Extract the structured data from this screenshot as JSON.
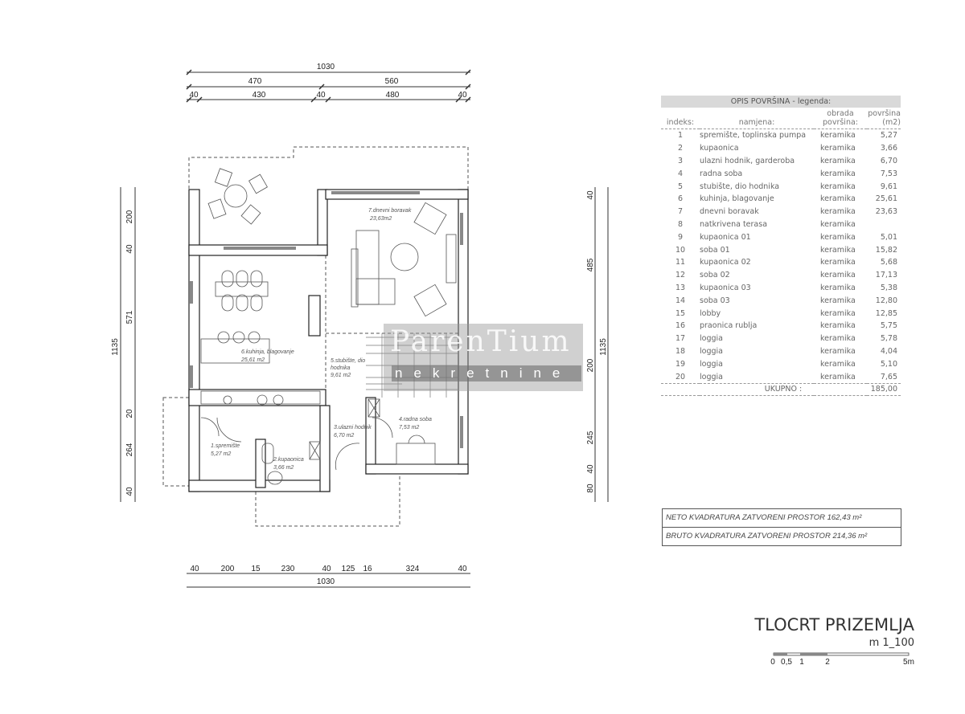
{
  "plan": {
    "dims_top": {
      "total": "1030",
      "a": "470",
      "b": "560",
      "c1": "40",
      "c2": "430",
      "c3": "40",
      "c4": "480",
      "c5": "40"
    },
    "dims_left": {
      "total": "1135",
      "a": "200",
      "b": "40",
      "c": "571",
      "d": "20",
      "e": "264",
      "f": "40"
    },
    "dims_right": {
      "total": "1135",
      "a": "40",
      "b": "485",
      "c": "200",
      "d": "245",
      "e": "40",
      "f": "80"
    },
    "dims_bottom": {
      "total": "1030",
      "a": "40",
      "b": "200",
      "c": "15",
      "d": "230",
      "e": "40",
      "f": "125",
      "g": "16",
      "h": "324",
      "i": "40"
    },
    "rooms": [
      {
        "name": "1.spremište",
        "area": "5,27 m2"
      },
      {
        "name": "2.kupaonica",
        "area": "3,66 m2"
      },
      {
        "name": "3.ulazni hodnik",
        "area": "6,70 m2"
      },
      {
        "name": "4.radna soba",
        "area": "7,53 m2"
      },
      {
        "name": "5.stubište, dio hodnika",
        "area": "9,61 m2"
      },
      {
        "name": "6.kuhinja, blagovanje",
        "area": "25,61 m2"
      },
      {
        "name": "7.dnevni boravak",
        "area": "23,63m2"
      }
    ]
  },
  "watermark": {
    "brand": "ParenTium",
    "sub": "nekretnine"
  },
  "legend": {
    "title": "OPIS POVRŠINA - legenda:",
    "headers": {
      "index": "indeks:",
      "use": "namjena:",
      "finish": "obrada površina:",
      "area": "površina (m2)"
    },
    "rows": [
      [
        "1",
        "spremište, toplinska pumpa",
        "keramika",
        "5,27"
      ],
      [
        "2",
        "kupaonica",
        "keramika",
        "3,66"
      ],
      [
        "3",
        "ulazni hodnik, garderoba",
        "keramika",
        "6,70"
      ],
      [
        "4",
        "radna soba",
        "keramika",
        "7,53"
      ],
      [
        "5",
        "stubište, dio hodnika",
        "keramika",
        "9,61"
      ],
      [
        "6",
        "kuhinja, blagovanje",
        "keramika",
        "25,61"
      ],
      [
        "7",
        "dnevni boravak",
        "keramika",
        "23,63"
      ],
      [
        "8",
        "natkrivena terasa",
        "keramika",
        ""
      ],
      [
        "9",
        "kupaonica 01",
        "keramika",
        "5,01"
      ],
      [
        "10",
        "soba 01",
        "keramika",
        "15,82"
      ],
      [
        "11",
        "kupaonica 02",
        "keramika",
        "5,68"
      ],
      [
        "12",
        "soba 02",
        "keramika",
        "17,13"
      ],
      [
        "13",
        "kupaonica 03",
        "keramika",
        "5,38"
      ],
      [
        "14",
        "soba 03",
        "keramika",
        "12,80"
      ],
      [
        "15",
        "lobby",
        "keramika",
        "12,85"
      ],
      [
        "16",
        "praonica rublja",
        "keramika",
        "5,75"
      ],
      [
        "17",
        "loggia",
        "keramika",
        "5,78"
      ],
      [
        "18",
        "loggia",
        "keramika",
        "4,04"
      ],
      [
        "19",
        "loggia",
        "keramika",
        "5,10"
      ],
      [
        "20",
        "loggia",
        "keramika",
        "7,65"
      ]
    ],
    "total_label": "UKUPNO :",
    "total_value": "185,00"
  },
  "areas": {
    "neto": "NETO KVADRATURA ZATVORENI PROSTOR  162,43 m²",
    "bruto": "BRUTO KVADRATURA ZATVORENI PROSTOR  214,36 m²"
  },
  "title": "TLOCRT PRIZEMLJA",
  "scale": "m 1_100",
  "scale_bar": {
    "t0": "0",
    "t1": "0,5",
    "t2": "1",
    "t3": "2",
    "t4": "5m"
  }
}
